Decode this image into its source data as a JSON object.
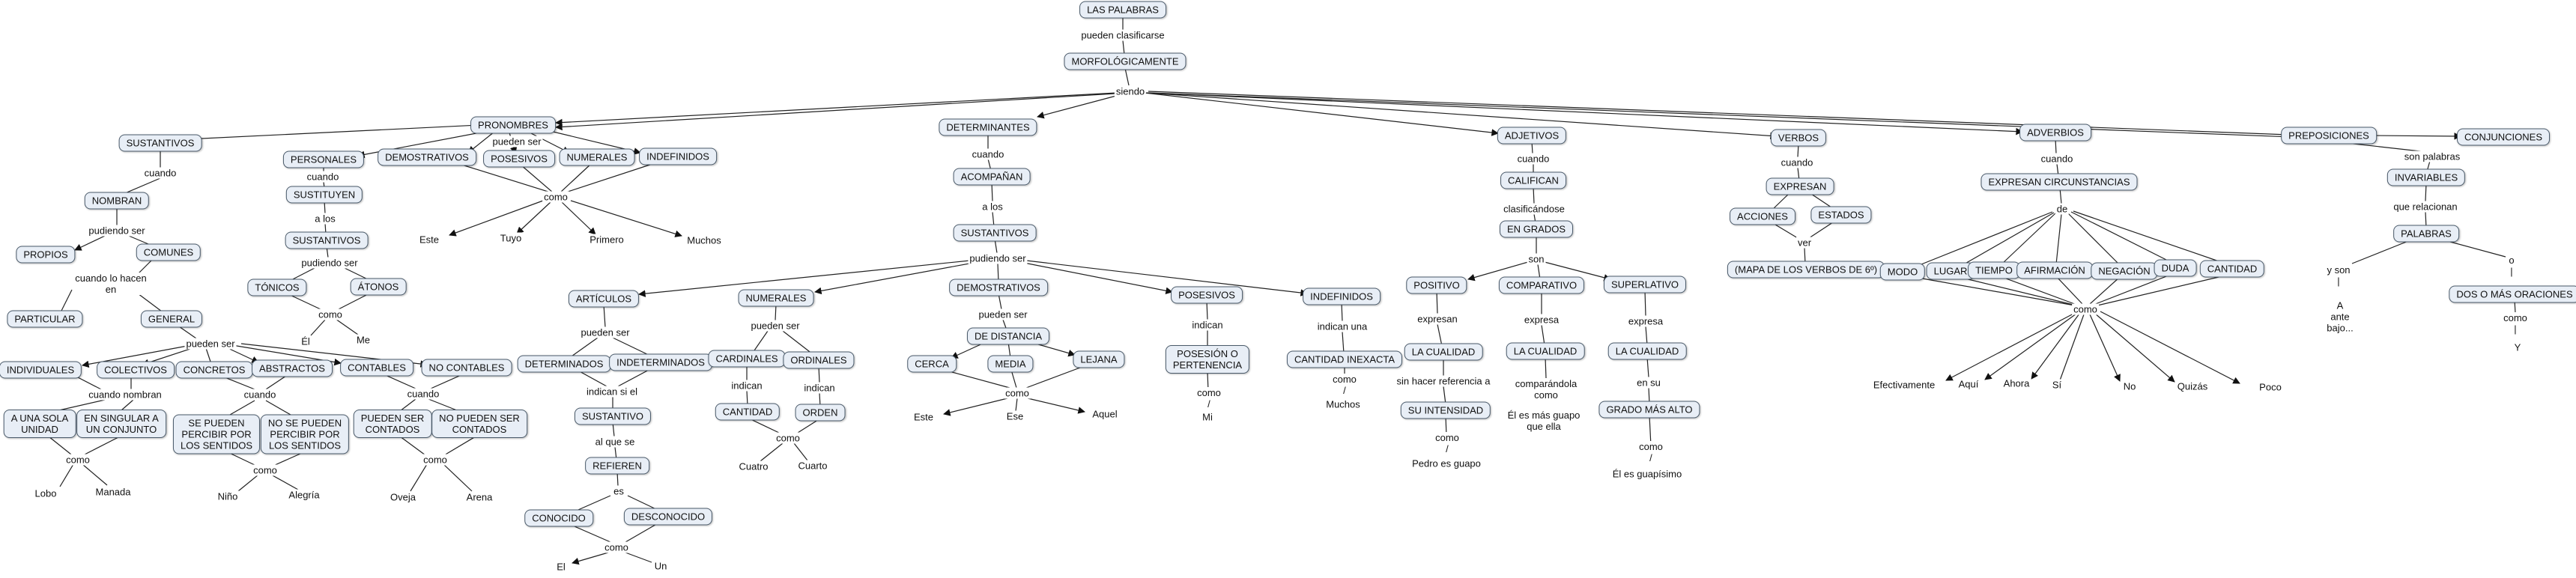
{
  "concepts": {
    "palabras": "LAS PALABRAS",
    "morfologicamente": "MORFOLÓGICAMENTE",
    "pronombres": "PRONOMBRES",
    "determinantes": "DETERMINANTES",
    "adjetivos": "ADJETIVOS",
    "verbos": "VERBOS",
    "adverbios": "ADVERBIOS",
    "preposiciones": "PREPOSICIONES",
    "conjunciones": "CONJUNCIONES",
    "sustantivos": "SUSTANTIVOS",
    "nombran": "NOMBRAN",
    "propios": "PROPIOS",
    "comunes": "COMUNES",
    "particular": "PARTICULAR",
    "general": "GENERAL",
    "individuales": "INDIVIDUALES",
    "colectivos": "COLECTIVOS",
    "concretos": "CONCRETOS",
    "abstractos": "ABSTRACTOS",
    "contables": "CONTABLES",
    "no_contables": "NO CONTABLES",
    "una_sola_unidad": "A UNA SOLA\nUNIDAD",
    "singular_conjunto": "EN SINGULAR A\nUN CONJUNTO",
    "se_pueden_percibir": "SE PUEDEN\nPERCIBIR POR\nLOS SENTIDOS",
    "no_se_pueden_percibir": "NO SE PUEDEN\nPERCIBIR POR\nLOS SENTIDOS",
    "pueden_ser_contados": "PUEDEN SER\nCONTADOS",
    "no_pueden_ser_contados": "NO PUEDEN SER\nCONTADOS",
    "personales": "PERSONALES",
    "demostrativos_pron": "DEMOSTRATIVOS",
    "posesivos_pron": "POSESIVOS",
    "numerales_pron": "NUMERALES",
    "indefinidos_pron": "INDEFINIDOS",
    "sustituyen": "SUSTITUYEN",
    "sustantivos_pron": "SUSTANTIVOS",
    "tonicos": "TÓNICOS",
    "atonos": "ÁTONOS",
    "acompanan": "ACOMPAÑAN",
    "sustantivos_det": "SUSTANTIVOS",
    "articulos": "ARTÍCULOS",
    "numerales_det": "NUMERALES",
    "demostrativos_det": "DEMOSTRATIVOS",
    "posesivos_det": "POSESIVOS",
    "indefinidos_det": "INDEFINIDOS",
    "determinados": "DETERMINADOS",
    "indeterminados": "INDETERMINADOS",
    "sustantivo": "SUSTANTIVO",
    "refieren": "REFIEREN",
    "conocido": "CONOCIDO",
    "desconocido": "DESCONOCIDO",
    "cardinales": "CARDINALES",
    "ordinales": "ORDINALES",
    "cantidad_det": "CANTIDAD",
    "orden": "ORDEN",
    "de_distancia": "DE DISTANCIA",
    "cerca": "CERCA",
    "media": "MEDIA",
    "lejana": "LEJANA",
    "posesion": "POSESIÓN O\nPERTENENCIA",
    "cantidad_inexacta": "CANTIDAD INEXACTA",
    "califican": "CALIFICAN",
    "en_grados": "EN GRADOS",
    "positivo": "POSITIVO",
    "comparativo": "COMPARATIVO",
    "superlativo": "SUPERLATIVO",
    "la_cualidad_1": "LA CUALIDAD",
    "la_cualidad_2": "LA CUALIDAD",
    "la_cualidad_3": "LA CUALIDAD",
    "su_intensidad": "SU INTENSIDAD",
    "grado_mas_alto": "GRADO MÁS ALTO",
    "expresan": "EXPRESAN",
    "acciones": "ACCIONES",
    "estados": "ESTADOS",
    "mapa_verbos": "(MAPA DE LOS VERBOS DE 6º)",
    "expresan_circ": "EXPRESAN CIRCUNSTANCIAS",
    "modo": "MODO",
    "lugar": "LUGAR",
    "tiempo": "TIEMPO",
    "afirmacion": "AFIRMACIÓN",
    "negacion": "NEGACIÓN",
    "duda": "DUDA",
    "cantidad_adv": "CANTIDAD",
    "invariables": "INVARIABLES",
    "palabras2": "PALABRAS",
    "dos_o_mas": "DOS O MÁS ORACIONES"
  },
  "linking_phrases": {
    "pueden_clasificarse": "pueden clasificarse",
    "siendo": "siendo",
    "cuando_sus": "cuando",
    "pudiendo_ser_sus": "pudiendo ser",
    "cuando_lo_hacen_en": "cuando lo hacen\nen",
    "pueden_ser_general": "pueden ser",
    "cuando_nombran": "cuando nombran",
    "como_indiv": "como",
    "cuando_concretos": "cuando",
    "como_concretos": "como",
    "cuando_contables": "cuando",
    "como_contables": "como",
    "pueden_ser_pron": "pueden ser",
    "cuando_pron": "cuando",
    "a_los_pron": "a los",
    "pudiendo_ser_pron": "pudiendo ser",
    "como_pron_dem": "como",
    "como_tonicos": "como",
    "cuando_det": "cuando",
    "a_los_det": "a los",
    "pudiendo_ser_det": "pudiendo ser",
    "pueden_ser_art": "pueden ser",
    "indican_si_el": "indican si el",
    "al_que_se": "al que se",
    "es": "es",
    "como_conocido": "como",
    "pueden_ser_num": "pueden ser",
    "indican": "indican",
    "indican_ord": "indican",
    "como_num": "como",
    "pueden_ser_dem": "pueden ser",
    "como_dem": "como",
    "indican_pos": "indican",
    "como_pos": "como\n/",
    "indican_una": "indican una",
    "como_indef": "como\n/",
    "cuando_adj": "cuando",
    "clasificandose": "clasificándose",
    "son": "son",
    "expresan_pos": "expresan",
    "sin_hacer_referencia": "sin hacer referencia a",
    "como_pos_adj": "como\n/",
    "expresa_comp": "expresa",
    "comparandola": "comparándola\ncomo",
    "expresa_sup": "expresa",
    "en_su": "en su",
    "como_sup": "como\n/",
    "cuando_verbos": "cuando",
    "ver": "ver",
    "cuando_adv": "cuando",
    "de": "de",
    "como_adv": "como",
    "son_palabras": "son palabras",
    "que_relacionan": "que relacionan",
    "y_son": "y son\n|",
    "o": "o\n|",
    "como_conj": "como\n|"
  },
  "examples": {
    "este_pron": "Este",
    "tuyo": "Tuyo",
    "primero": "Primero",
    "muchos_pron": "Muchos",
    "el_tonico": "Él",
    "me": "Me",
    "lobo": "Lobo",
    "manada": "Manada",
    "nino": "Niño",
    "alegria": "Alegría",
    "oveja": "Oveja",
    "arena": "Arena",
    "el_art": "El",
    "un": "Un",
    "cuatro_1": "Cuatro",
    "cuarto": "Cuarto",
    "este_det": "Este",
    "ese": "Ese",
    "aquel": "Aquel",
    "mi": "Mi",
    "muchos_det": "Muchos",
    "pedro_es_guapo": "Pedro es guapo",
    "el_es_mas_guapo": "Él es más guapo\nque ella",
    "el_es_guapisimo": "Él es guapísimo",
    "efectivamente": "Efectivamente",
    "aqui": "Aquí",
    "ahora": "Ahora",
    "si": "Sí",
    "no": "No",
    "quizas": "Quizás",
    "poco": "Poco",
    "a_ante_bajo": "A\nante\nbajo...",
    "y": "Y"
  }
}
